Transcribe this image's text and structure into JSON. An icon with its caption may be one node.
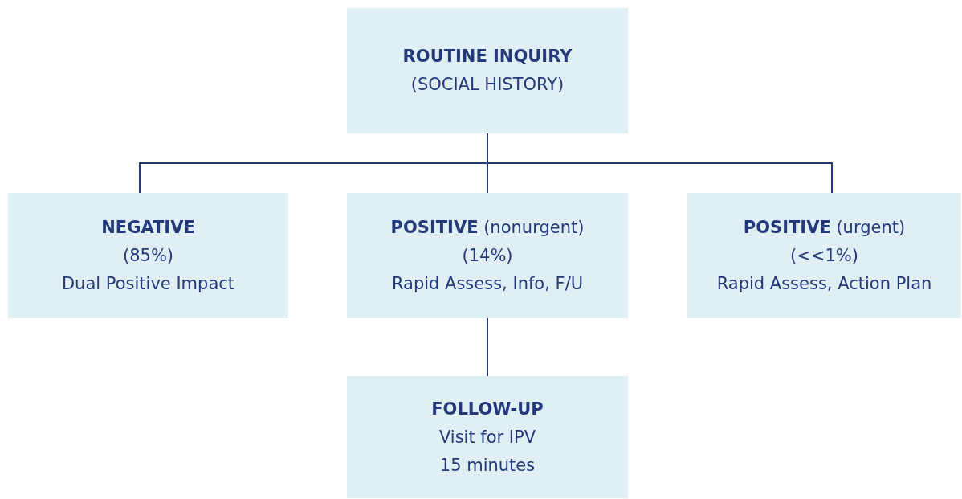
{
  "diagram": {
    "nodes": [
      {
        "text": [
          "ROUTINE INQUIRY",
          "(SOCIAL HISTORY)"
        ]
      },
      {
        "text": [
          "NEGATIVE",
          "(85%)",
          "Dual Positive Impact"
        ]
      },
      {
        "text": [
          "**POSITIVE** (nonurgent)",
          "(14%)",
          "Rapid Assess, Info, F/U"
        ]
      },
      {
        "text": [
          "**POSITIVE** (urgent)",
          "(<<1%)",
          "Rapid Assess, Action Plan"
        ]
      },
      {
        "text": [
          "FOLLOW-UP",
          "Visit for IPV",
          "15 minutes"
        ]
      }
    ],
    "edges": [
      {
        "from": 0,
        "to": 1,
        "arrow": "none"
      },
      {
        "from": 0,
        "to": 2,
        "arrow": "none"
      },
      {
        "from": 0,
        "to": 3,
        "arrow": "none"
      },
      {
        "from": 2,
        "to": 4,
        "arrow": "none"
      }
    ]
  }
}
